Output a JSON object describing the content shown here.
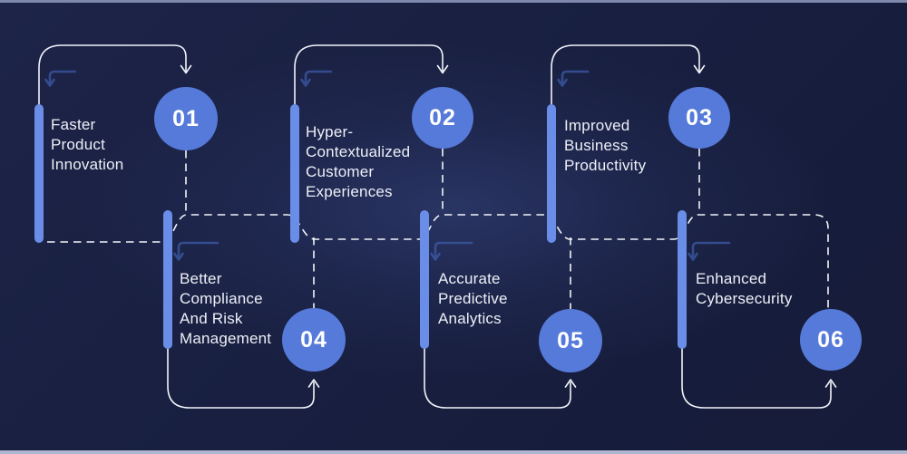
{
  "diagram": {
    "kind": "numbered-steps-infographic",
    "step_count": 6
  },
  "items": [
    {
      "number": "01",
      "title": "Faster\nProduct\nInnovation"
    },
    {
      "number": "02",
      "title": "Hyper-\nContextualized\nCustomer\nExperiences"
    },
    {
      "number": "03",
      "title": "Improved\nBusiness\nProductivity"
    },
    {
      "number": "04",
      "title": "Better\nCompliance\nAnd Risk\nManagement"
    },
    {
      "number": "05",
      "title": "Accurate\nPredictive\nAnalytics"
    },
    {
      "number": "06",
      "title": "Enhanced\nCybersecurity"
    }
  ],
  "colors": {
    "accent_blue": "#567ad9",
    "bar_blue": "#6a8de8",
    "line_white": "#f2f4f9",
    "corner_arrow_blue": "#3f5dab",
    "text": "#edf0f7",
    "number_text": "#ffffff",
    "background_navy": "#1a2145",
    "edge_strip_top": "#7e88ad",
    "edge_strip_bottom": "#aeb6cf"
  }
}
